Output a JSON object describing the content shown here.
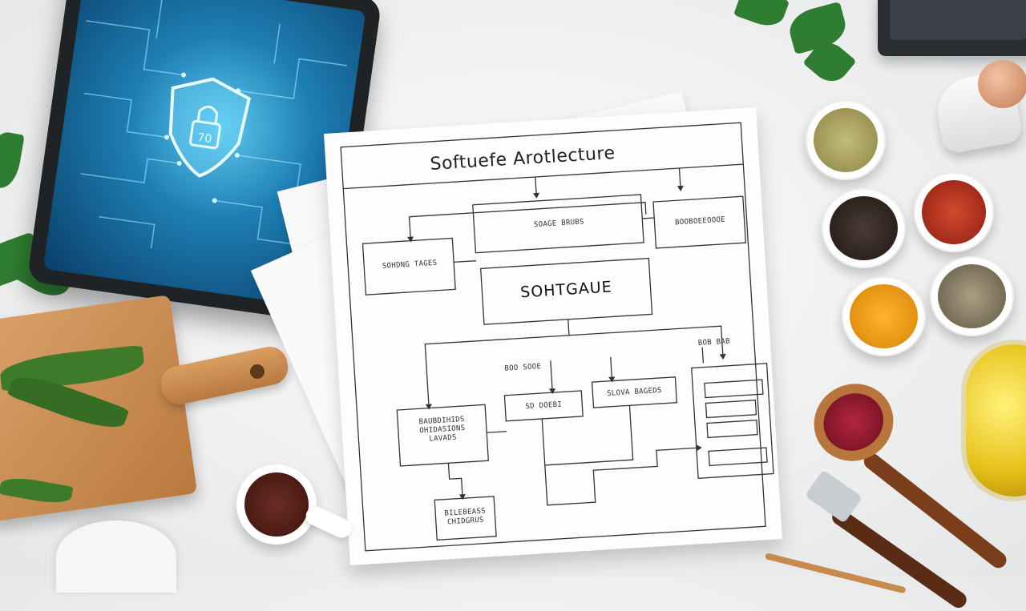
{
  "scene": {
    "description_colors": {
      "background": "#f0f0f0",
      "tablet_screen": "#1e7fb5",
      "board_wood": "#c98c50",
      "herb_green": "#2f7d32"
    }
  },
  "tablet": {
    "shield_text": "70"
  },
  "diagram": {
    "title": "Softuefe Arotlecture",
    "boxes": {
      "top_left": "SOHDNG TAGES",
      "top_center": "SOAGE BRUBS",
      "top_right": "BOOBOEEOOOE",
      "center": "SOHTGAUE",
      "small_label_1": "BOO SOOE",
      "small_label_2": "BOB BAB",
      "mid_left": "BAUBDIHIDS\nOHIDASIONS\nLAVADS",
      "mid_center": "SD DOEBI",
      "mid_right": "SLOVA BAGEDS",
      "bottom_left": "BILEBEASS\nCHIDGRUS"
    }
  }
}
